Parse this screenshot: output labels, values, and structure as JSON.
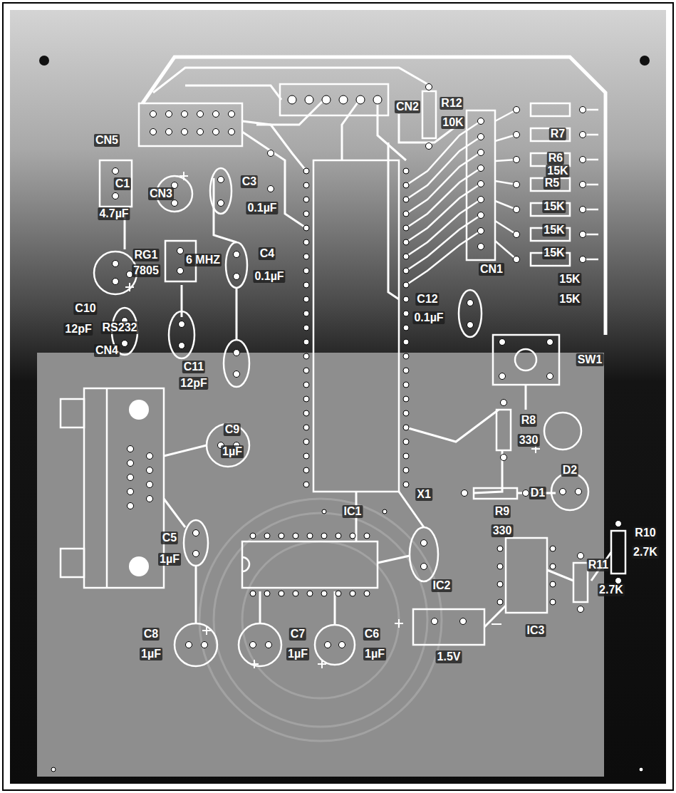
{
  "diagram": {
    "labels": [
      "CN5",
      "CN2",
      "R12",
      "10K",
      "R7",
      "R6",
      "15K",
      "R5",
      "15K",
      "15K",
      "15K",
      "15K",
      "15K",
      "C1",
      "4.7µF",
      "CN3",
      "C3",
      "0.1µF",
      "RG1",
      "7805",
      "6 MHZ",
      "C4",
      "0.1µF",
      "C12",
      "0.1µF",
      "CN1",
      "C10",
      "12pF",
      "RS232",
      "CN4",
      "C11",
      "12pF",
      "SW1",
      "C9",
      "1µF",
      "R8",
      "330",
      "D2",
      "D1",
      "R9",
      "330",
      "IC1",
      "X1",
      "R10",
      "2.7K",
      "R11",
      "2.7K",
      "C5",
      "1µF",
      "IC2",
      "IC3",
      "C8",
      "1µF",
      "C7",
      "1µF",
      "C6",
      "1µF",
      "1.5V"
    ]
  }
}
